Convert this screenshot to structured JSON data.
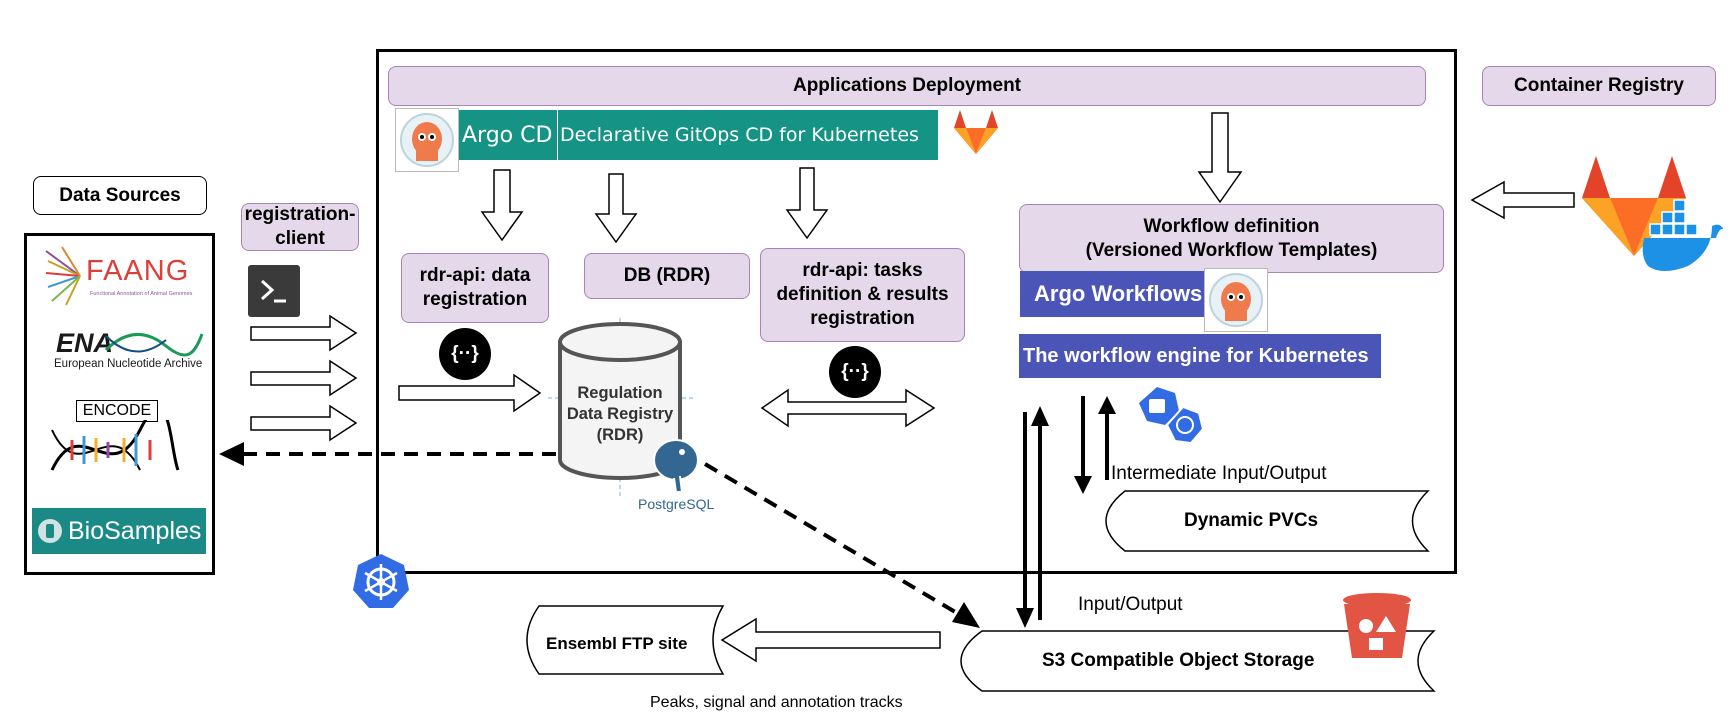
{
  "deployment": {
    "title": "Applications Deployment"
  },
  "container_registry": {
    "title": "Container Registry"
  },
  "data_sources": {
    "title": "Data Sources",
    "logos": {
      "faang": "FAANG",
      "faang_sub": "Functional Annotation of Animal Genomes",
      "ena": "ENA",
      "ena_sub": "European Nucleotide Archive",
      "encode": "ENCODE",
      "biosamples": "BioSamples"
    }
  },
  "registration_client": {
    "label": "registration-\nclient"
  },
  "argo_cd": {
    "name": "Argo CD",
    "tagline": "Declarative GitOps CD for Kubernetes"
  },
  "rdr_api_data": {
    "label": "rdr-api: data registration"
  },
  "db_rdr": {
    "label": "DB (RDR)"
  },
  "rdr_api_tasks": {
    "label": "rdr-api: tasks definition & results registration"
  },
  "registry_db": {
    "label": "Regulation Data Registry (RDR)",
    "postgres_logo": "PostgreSQL"
  },
  "workflow_definition": {
    "line1": "Workflow definition",
    "line2": "(Versioned Workflow Templates)"
  },
  "argo_workflows": {
    "name": "Argo Workflows",
    "tagline": "The workflow engine for Kubernetes"
  },
  "intermediate_io": {
    "label": "Intermediate Input/Output"
  },
  "dynamic_pvcs": {
    "label": "Dynamic PVCs"
  },
  "io": {
    "label": "Input/Output"
  },
  "s3": {
    "label": "S3 Compatible Object Storage"
  },
  "ensembl_ftp": {
    "label": "Ensembl FTP site"
  },
  "tracks": {
    "label": "Peaks, signal and annotation tracks"
  },
  "icons": {
    "argo": "argo-octopus-icon",
    "gitlab": "gitlab-fox-icon",
    "docker": "docker-whale-icon",
    "terminal": "terminal-icon",
    "api": "api-braces-icon",
    "kubernetes": "kubernetes-helm-icon",
    "s3bucket": "s3-bucket-icon"
  },
  "colors": {
    "purple_fill": "#e5d8ea",
    "purple_border": "#a784b4",
    "argo_teal": "#159385",
    "argo_workflows_blue": "#4b55b8",
    "gitlab_orange": "#fc6d26",
    "docker_blue": "#1d91e6",
    "kubernetes_blue": "#326ce5",
    "s3_red": "#e25444"
  }
}
